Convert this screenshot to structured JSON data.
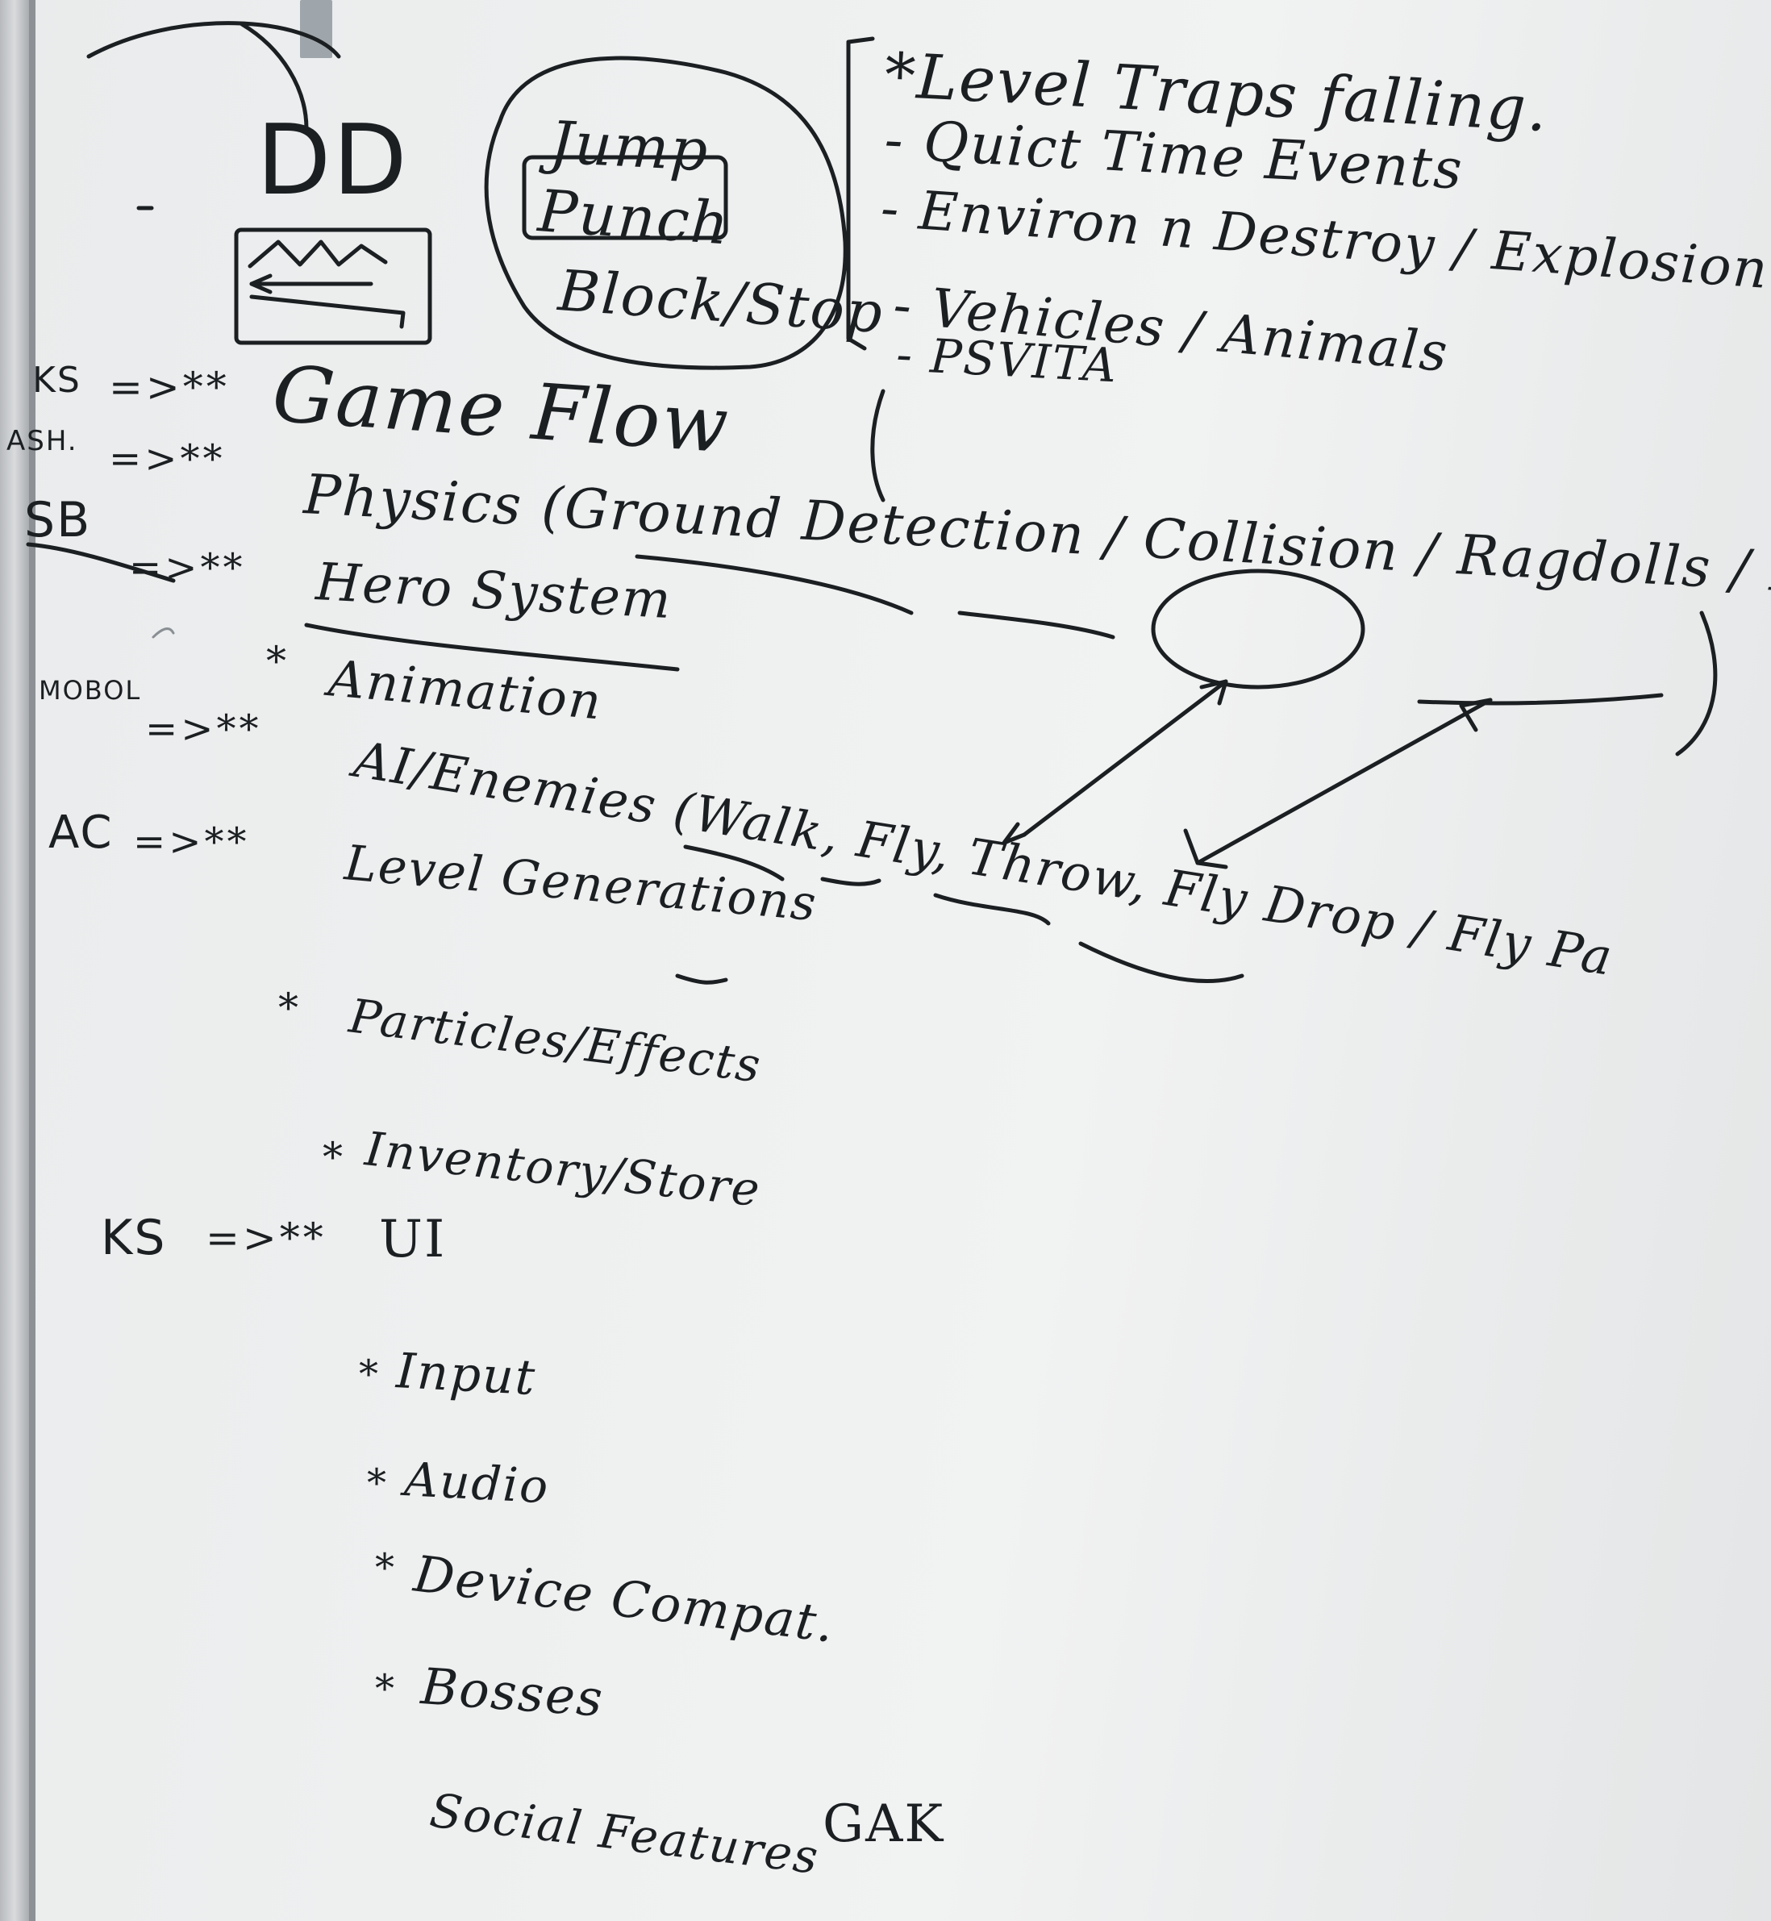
{
  "colors": {
    "ink": "#1c1f22",
    "board": "#eef0f0",
    "frame": "#9ea2a6"
  },
  "sketch": {
    "logo_text": "DD",
    "action_bubble": [
      "Jump",
      "Punch",
      "Block/Stop"
    ]
  },
  "features_list": [
    "*Level Traps falling.",
    "- Quict Time Events",
    "- Environ n Destroy / Explosion",
    "- Vehicles / Animals",
    "- PSVITA"
  ],
  "tasks": [
    {
      "owner": "KS",
      "marker": "=>**",
      "text": "Game Flow"
    },
    {
      "owner": "ASH.",
      "marker": "=>**",
      "text": "Physics (Ground Detection / Collision / Ragdolls / Explosion)"
    },
    {
      "owner": "SB",
      "marker": "=>**",
      "text": "Hero System"
    },
    {
      "owner": "",
      "marker": "*",
      "text": "Animation"
    },
    {
      "owner": "MOBOL",
      "marker": "=>**",
      "text": "AI/Enemies (Walk, Fly, Throw, Fly Drop / Fly Pa"
    },
    {
      "owner": "AC",
      "marker": "=>**",
      "text": "Level Generations"
    },
    {
      "owner": "",
      "marker": "*",
      "text": "Particles/Effects"
    },
    {
      "owner": "",
      "marker": "*",
      "text": "Inventory/Store"
    },
    {
      "owner": "KS",
      "marker": "=>**",
      "text": "UI"
    },
    {
      "owner": "",
      "marker": "*",
      "text": "Input"
    },
    {
      "owner": "",
      "marker": "*",
      "text": "Audio"
    },
    {
      "owner": "",
      "marker": "*",
      "text": "Device Compat."
    },
    {
      "owner": "",
      "marker": "*",
      "text": "Bosses"
    },
    {
      "owner": "",
      "marker": "",
      "text": "Social Features"
    }
  ],
  "tail_note": "GAK"
}
